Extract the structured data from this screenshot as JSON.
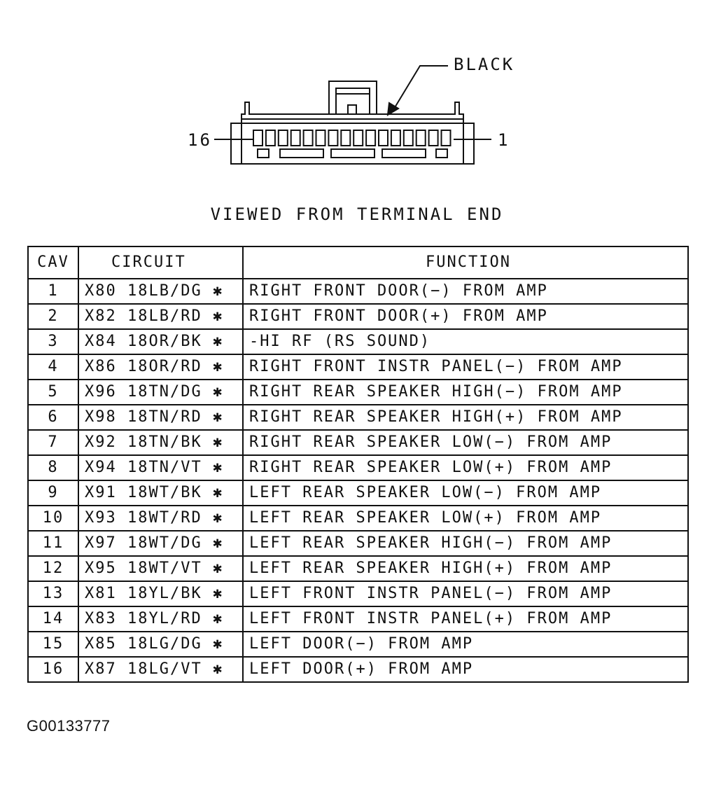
{
  "connector": {
    "color_label": "BLACK",
    "pin_left_label": "16",
    "pin_right_label": "1"
  },
  "view_caption": "VIEWED FROM TERMINAL END",
  "table": {
    "headers": {
      "cav": "CAV",
      "circuit": "CIRCUIT",
      "function": "FUNCTION"
    },
    "rows": [
      {
        "cav": "1",
        "circuit": "X80  18LB/DG ✱",
        "function": "RIGHT FRONT DOOR(−) FROM AMP"
      },
      {
        "cav": "2",
        "circuit": "X82  18LB/RD ✱",
        "function": "RIGHT FRONT DOOR(+) FROM AMP"
      },
      {
        "cav": "3",
        "circuit": "X84  18OR/BK ✱",
        "function": "-HI RF (RS SOUND)"
      },
      {
        "cav": "4",
        "circuit": "X86  18OR/RD ✱",
        "function": "RIGHT FRONT INSTR PANEL(−) FROM AMP"
      },
      {
        "cav": "5",
        "circuit": "X96  18TN/DG ✱",
        "function": "RIGHT REAR SPEAKER HIGH(−) FROM AMP"
      },
      {
        "cav": "6",
        "circuit": "X98  18TN/RD ✱",
        "function": "RIGHT REAR SPEAKER HIGH(+) FROM AMP"
      },
      {
        "cav": "7",
        "circuit": "X92  18TN/BK ✱",
        "function": "RIGHT REAR SPEAKER LOW(−) FROM AMP"
      },
      {
        "cav": "8",
        "circuit": "X94  18TN/VT ✱",
        "function": "RIGHT REAR SPEAKER LOW(+) FROM AMP"
      },
      {
        "cav": "9",
        "circuit": "X91  18WT/BK ✱",
        "function": "LEFT REAR SPEAKER LOW(−) FROM AMP"
      },
      {
        "cav": "10",
        "circuit": "X93  18WT/RD ✱",
        "function": "LEFT REAR SPEAKER LOW(+) FROM AMP"
      },
      {
        "cav": "11",
        "circuit": "X97  18WT/DG ✱",
        "function": "LEFT REAR SPEAKER HIGH(−) FROM AMP"
      },
      {
        "cav": "12",
        "circuit": "X95  18WT/VT ✱",
        "function": "LEFT REAR SPEAKER HIGH(+) FROM AMP"
      },
      {
        "cav": "13",
        "circuit": "X81  18YL/BK ✱",
        "function": "LEFT FRONT INSTR PANEL(−) FROM AMP"
      },
      {
        "cav": "14",
        "circuit": "X83  18YL/RD ✱",
        "function": "LEFT FRONT INSTR PANEL(+) FROM AMP"
      },
      {
        "cav": "15",
        "circuit": "X85  18LG/DG ✱",
        "function": "LEFT DOOR(−) FROM AMP"
      },
      {
        "cav": "16",
        "circuit": "X87  18LG/VT ✱",
        "function": "LEFT DOOR(+) FROM AMP"
      }
    ]
  },
  "figure_id": "G00133777"
}
